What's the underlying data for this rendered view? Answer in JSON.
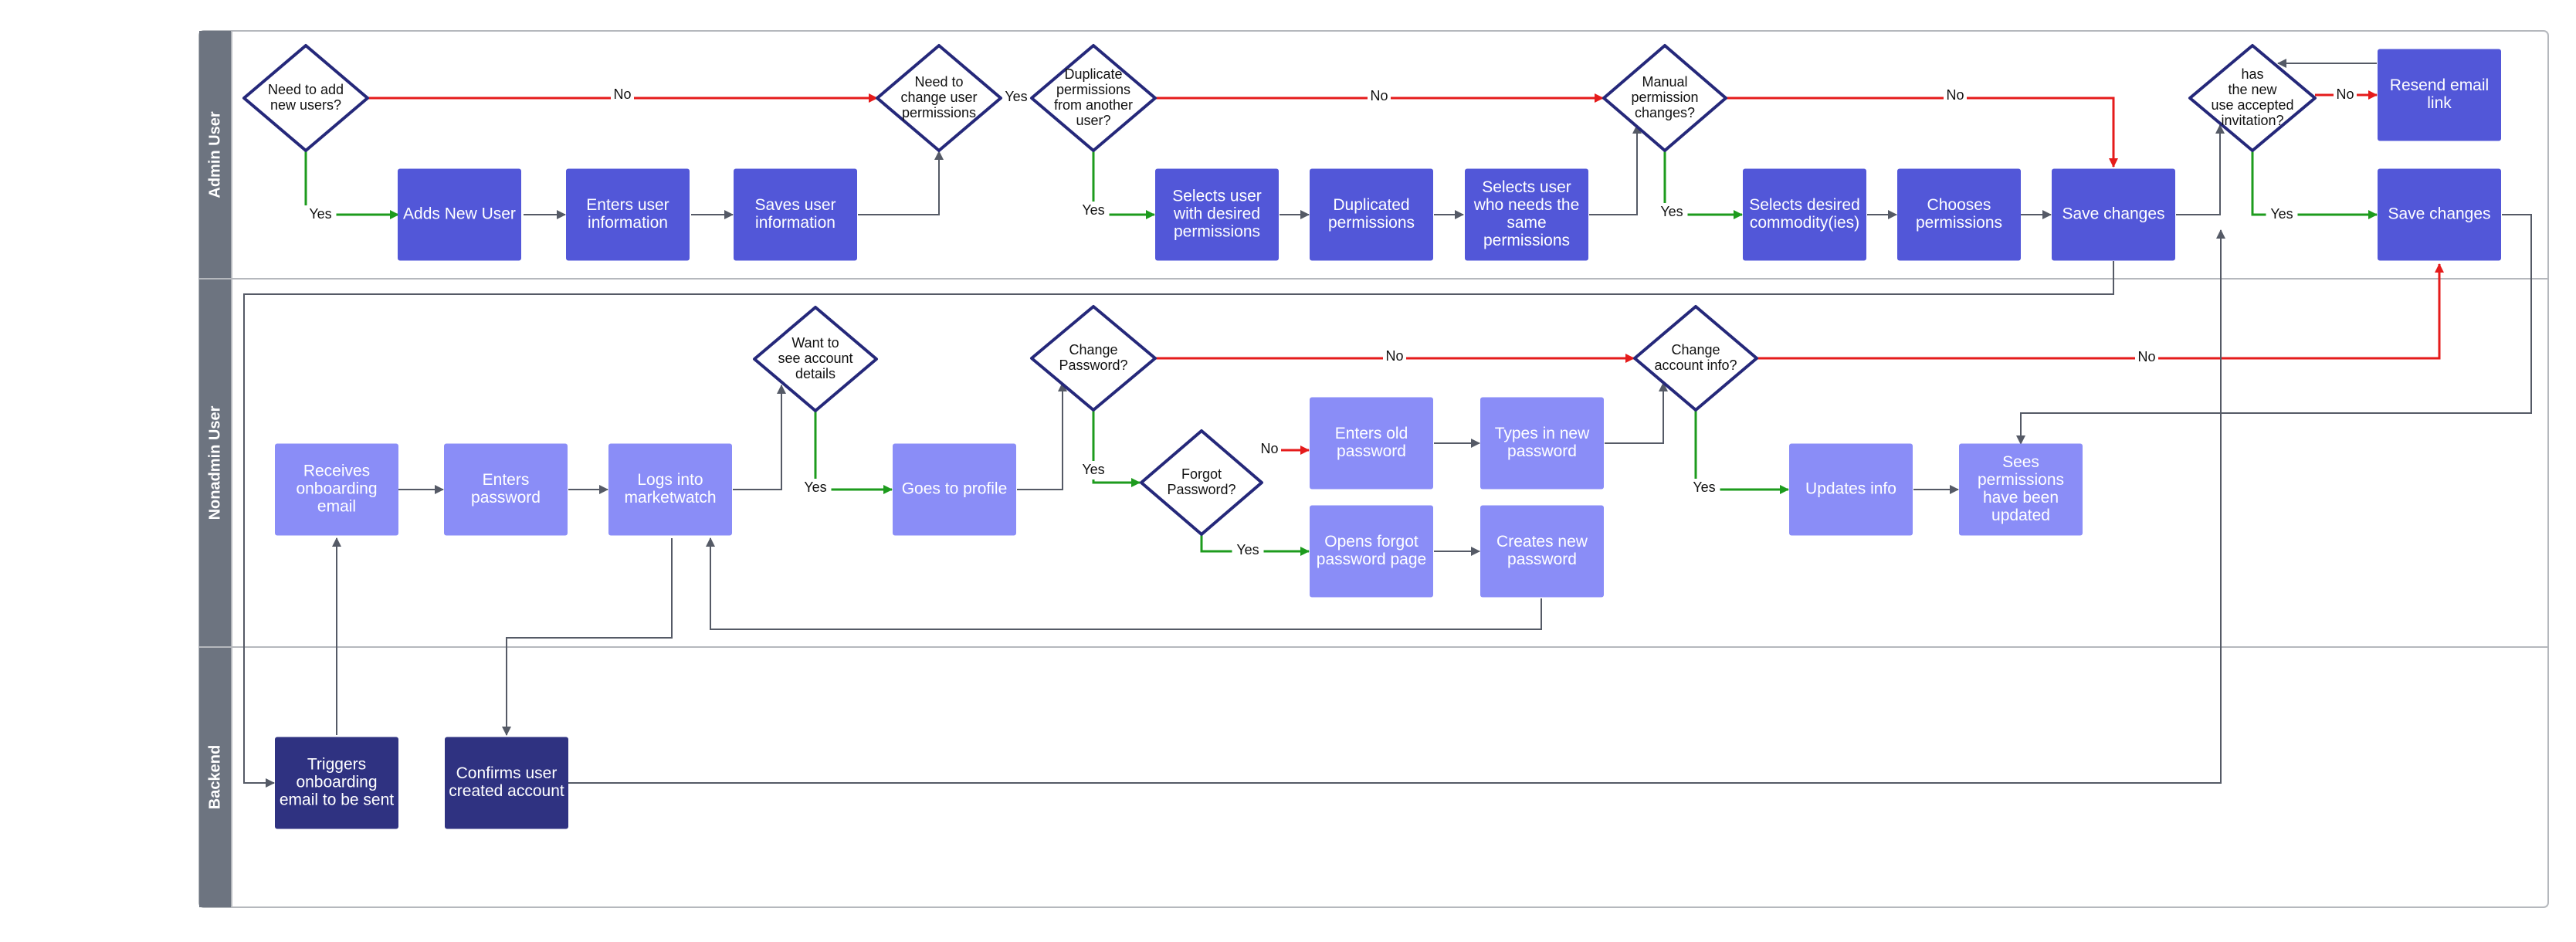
{
  "lanes": [
    {
      "key": "admin",
      "label": "Admin User"
    },
    {
      "key": "nonadmin",
      "label": "Nonadmin User"
    },
    {
      "key": "backend",
      "label": "Backend"
    }
  ],
  "colors": {
    "laneHeader": "#6d7480",
    "border": "#b5b8bd",
    "adminBox": "#5257d8",
    "nonadminBox": "#8a8df7",
    "backendBox": "#2f3281",
    "diamondStroke": "#25287a",
    "yesLine": "#1d9b1d",
    "noLine": "#e51b1b",
    "plainLine": "#555a66"
  },
  "nodes": {
    "d_add": [
      "Need to add",
      "new users?"
    ],
    "d_change": [
      "Need to",
      "change user",
      "permissions"
    ],
    "d_dup": [
      "Duplicate",
      "permissions",
      "from another",
      "user?"
    ],
    "d_manual": [
      "Manual",
      "permission",
      "changes?"
    ],
    "d_invite": [
      "has",
      "the new",
      "use accepted",
      "invitation?"
    ],
    "a_addnew": [
      "Adds New User"
    ],
    "a_enters": [
      "Enters user",
      "information"
    ],
    "a_saves": [
      "Saves user",
      "information"
    ],
    "a_selects": [
      "Selects user",
      "with desired",
      "permissions"
    ],
    "a_duplicated": [
      "Duplicated",
      "permissions"
    ],
    "a_selectsneeds": [
      "Selects user",
      "who needs the",
      "same",
      "permissions"
    ],
    "a_commodity": [
      "Selects desired",
      "commodity(ies)"
    ],
    "a_chooses": [
      "Chooses",
      "permissions"
    ],
    "a_save1": [
      "Save changes"
    ],
    "a_resend": [
      "Resend email",
      "link"
    ],
    "a_save2": [
      "Save changes"
    ],
    "n_receives": [
      "Receives",
      "onboarding",
      "email"
    ],
    "n_password": [
      "Enters",
      "password"
    ],
    "n_logs": [
      "Logs into",
      "marketwatch"
    ],
    "d_account": [
      "Want to",
      "see account",
      "details"
    ],
    "n_profile": [
      "Goes to profile"
    ],
    "d_changepw": [
      "Change",
      "Password?"
    ],
    "d_forgot": [
      "Forgot",
      "Password?"
    ],
    "n_oldpw": [
      "Enters old",
      "password"
    ],
    "n_typesnew": [
      "Types in new",
      "password"
    ],
    "n_openforgot": [
      "Opens forgot",
      "password page"
    ],
    "n_createsnew": [
      "Creates new",
      "password"
    ],
    "d_changeinfo": [
      "Change",
      "account info?"
    ],
    "n_updates": [
      "Updates info"
    ],
    "n_sees": [
      "Sees",
      "permissions",
      "have been",
      "updated"
    ],
    "b_triggers": [
      "Triggers",
      "onboarding",
      "email to be sent"
    ],
    "b_confirms": [
      "Confirms user",
      "created account"
    ]
  },
  "edge_labels": {
    "yes": "Yes",
    "no": "No"
  }
}
